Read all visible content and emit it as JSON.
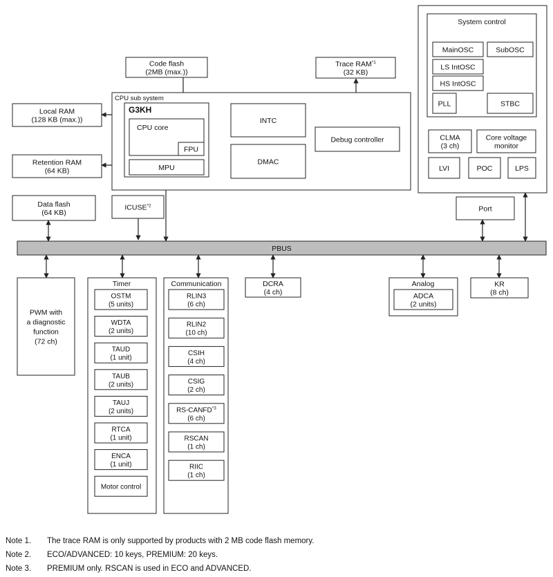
{
  "blocks": {
    "code_flash": [
      "Code flash",
      "(2MB (max.))"
    ],
    "trace_ram": [
      "Trace RAM*1",
      "(32 KB)"
    ],
    "cpu_sub_system": "CPU sub system",
    "g3kh": "G3KH",
    "cpu_core": "CPU core",
    "fpu": "FPU",
    "mpu": "MPU",
    "intc": "INTC",
    "dmac": "DMAC",
    "debug_controller": "Debug controller",
    "local_ram": [
      "Local RAM",
      "(128 KB (max.))"
    ],
    "retention_ram": [
      "Retention RAM",
      "(64 KB)"
    ],
    "data_flash": [
      "Data flash",
      "(64 KB)"
    ],
    "icuse": "ICUSE*2",
    "system_control": "System control",
    "mainosc": "MainOSC",
    "subosc": "SubOSC",
    "ls_intosc": "LS IntOSC",
    "hs_intosc": "HS IntOSC",
    "pll": "PLL",
    "stbc": "STBC",
    "clma": [
      "CLMA",
      "(3 ch)"
    ],
    "core_voltage_monitor": [
      "Core voltage",
      "monitor"
    ],
    "lvi": "LVI",
    "poc": "POC",
    "lps": "LPS",
    "port": "Port",
    "pbus": "PBUS",
    "pwm": [
      "PWM with",
      "a diagnostic",
      "function",
      "(72 ch)"
    ],
    "dcra": [
      "DCRA",
      "(4 ch)"
    ],
    "analog": "Analog",
    "adca": [
      "ADCA",
      "(2 units)"
    ],
    "kr": [
      "KR",
      "(8 ch)"
    ]
  },
  "timer": {
    "title": "Timer",
    "items": [
      [
        "OSTM",
        "(5 units)"
      ],
      [
        "WDTA",
        "(2 units)"
      ],
      [
        "TAUD",
        "(1 unit)"
      ],
      [
        "TAUB",
        "(2 units)"
      ],
      [
        "TAUJ",
        "(2 units)"
      ],
      [
        "RTCA",
        "(1 unit)"
      ],
      [
        "ENCA",
        "(1 unit)"
      ],
      [
        "Motor control"
      ]
    ]
  },
  "communication": {
    "title": "Communication",
    "items": [
      [
        "RLIN3",
        "(6 ch)"
      ],
      [
        "RLIN2",
        "(10 ch)"
      ],
      [
        "CSIH",
        "(4 ch)"
      ],
      [
        "CSIG",
        "(2 ch)"
      ],
      [
        "RS-CANFD*3",
        "(6 ch)"
      ],
      [
        "RSCAN",
        "(1 ch)"
      ],
      [
        "RIIC",
        "(1 ch)"
      ]
    ]
  },
  "notes": [
    {
      "label": "Note 1.",
      "text": "The trace RAM is only supported by products with 2 MB code flash memory."
    },
    {
      "label": "Note 2.",
      "text": "ECO/ADVANCED: 10 keys, PREMIUM: 20 keys."
    },
    {
      "label": "Note 3.",
      "text": "PREMIUM only. RSCAN is used in ECO and ADVANCED."
    }
  ],
  "colors": {
    "pbus_fill": "#bdbdbd",
    "line": "#222222"
  }
}
